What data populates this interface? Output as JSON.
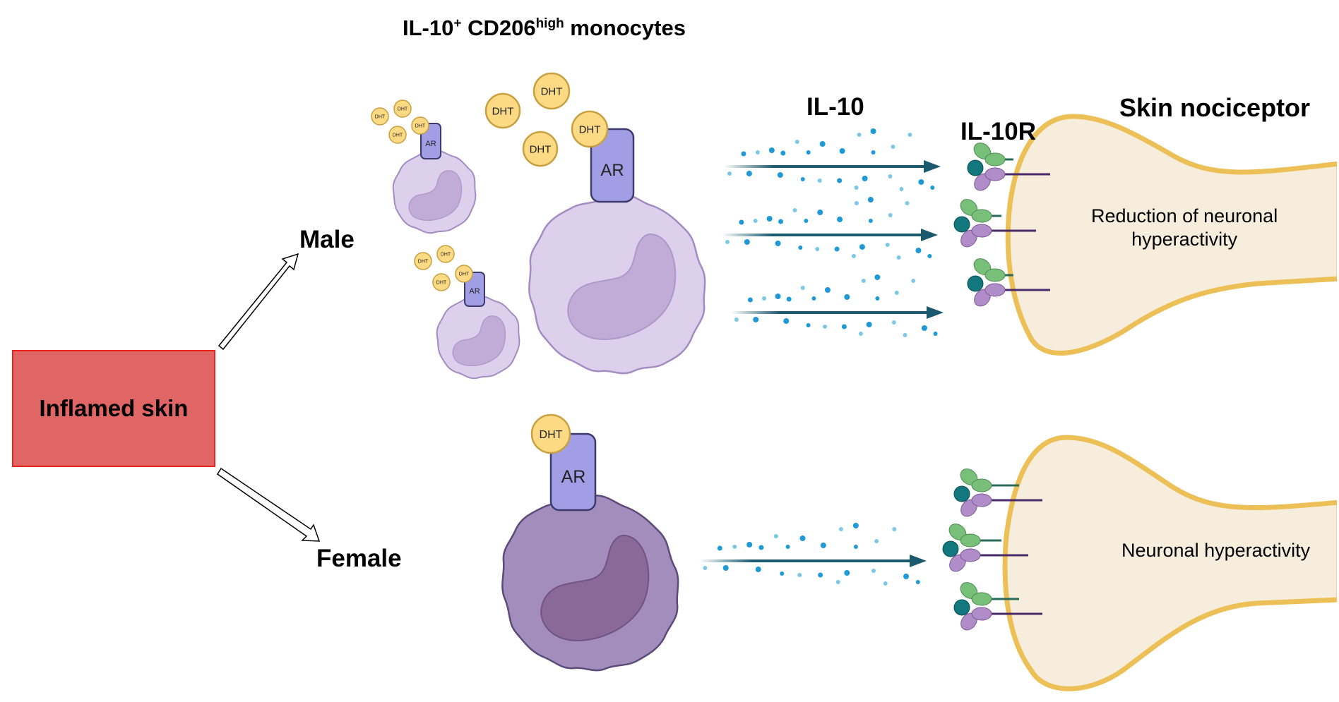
{
  "title": {
    "prefix": "IL-10",
    "prefix_sup": "+",
    "mid": " CD206",
    "mid_sup": "high",
    "suffix": " monocytes"
  },
  "source_box": {
    "label": "Inflamed skin",
    "fill": "#e06666",
    "border": "#e8241f"
  },
  "branches": {
    "male": "Male",
    "female": "Female"
  },
  "labels": {
    "cytokine": "IL-10",
    "receptor": "IL-10R",
    "target": "Skin nociceptor"
  },
  "ligand_label": "DHT",
  "receptor_label": "AR",
  "male_outcome": {
    "line1": "Reduction of neuronal",
    "line2": "hyperactivity"
  },
  "female_outcome": "Neuronal hyperactivity",
  "colors": {
    "dht_fill": "#fcd983",
    "dht_border": "#c9a040",
    "ar_fill": "#a29ee6",
    "ar_border": "#3d3a6e",
    "male_cell_fill": "#ddd0ec",
    "male_cell_border": "#a48cc2",
    "male_nucleus": "#c0acd6",
    "female_cell_fill": "#a38dbd",
    "female_cell_border": "#5b4a7a",
    "female_nucleus": "#8a6898",
    "neuron_fill": "#f6eddc",
    "neuron_border": "#ecc057",
    "arrow": "#1b5a6e",
    "dot_dark": "#1f9ad6",
    "dot_light": "#7ec7e6",
    "receptor_green": "#78c07a",
    "receptor_purple": "#b08cc8",
    "ligand_teal": "#13777e"
  }
}
